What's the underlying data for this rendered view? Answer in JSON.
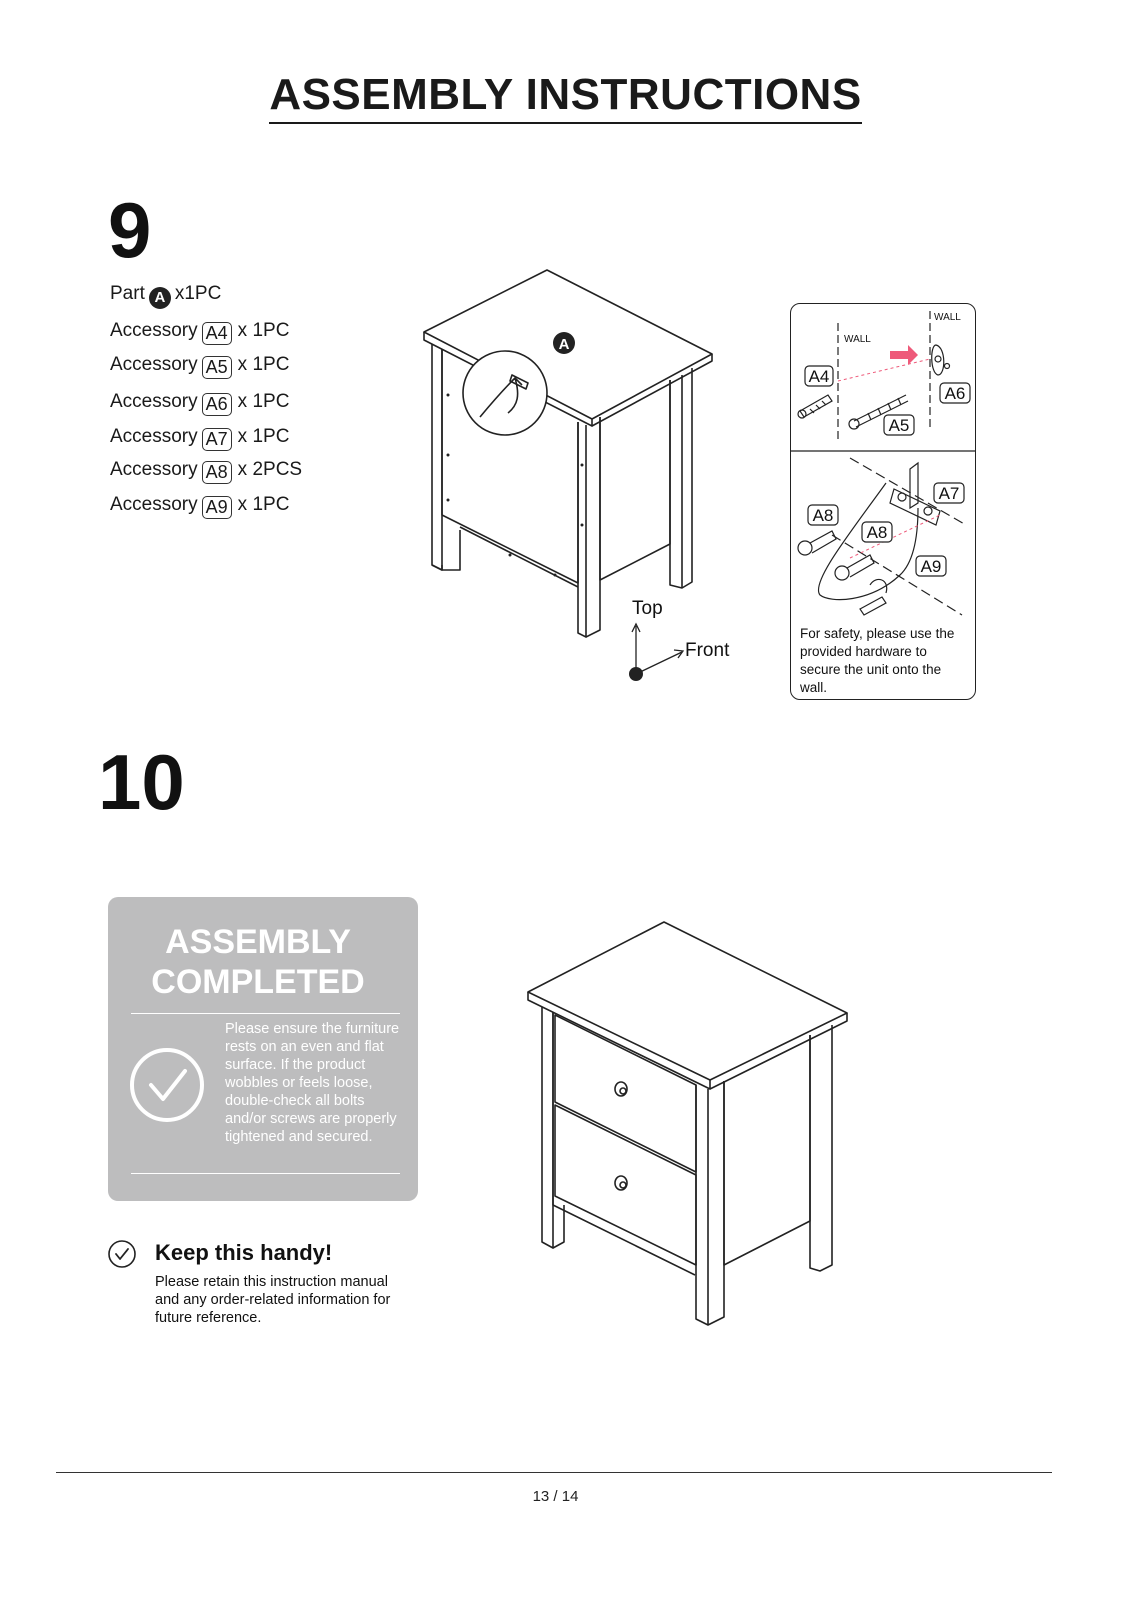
{
  "header": {
    "title": "ASSEMBLY INSTRUCTIONS"
  },
  "step9": {
    "number": "9",
    "part": {
      "prefix": "Part",
      "badge": "A",
      "qty": "x1PC"
    },
    "accessories": [
      {
        "label": "Accessory",
        "code": "A4",
        "qty": "x 1PC"
      },
      {
        "label": "Accessory",
        "code": "A5",
        "qty": "x 1PC"
      },
      {
        "label": "Accessory",
        "code": "A6",
        "qty": "x 1PC"
      },
      {
        "label": "Accessory",
        "code": "A7",
        "qty": "x 1PC"
      },
      {
        "label": "Accessory",
        "code": "A8",
        "qty": "x 2PCS"
      },
      {
        "label": "Accessory",
        "code": "A9",
        "qty": "x 1PC"
      }
    ],
    "diagram_badge": "A",
    "orientation": {
      "top": "Top",
      "front": "Front"
    },
    "callout": {
      "wall_label_1": "WALL",
      "wall_label_2": "WALL",
      "labels": {
        "a4": "A4",
        "a5": "A5",
        "a6": "A6",
        "a7": "A7",
        "a8_1": "A8",
        "a8_2": "A8",
        "a9": "A9"
      },
      "safety_text": "For safety, please use the provided hardware to secure the unit onto the wall."
    }
  },
  "step10": {
    "number": "10",
    "card": {
      "title_line1": "ASSEMBLY",
      "title_line2": "COMPLETED",
      "text": "Please ensure the furniture rests on an even and flat surface. If the product wobbles or feels loose, double-check all bolts and/or screws are properly tightened and secured."
    },
    "handy": {
      "title": "Keep this handy!",
      "text": "Please retain this instruction manual and any order-related information for future reference."
    }
  },
  "footer": {
    "page": "13 / 14"
  },
  "colors": {
    "card_gray": "#bdbdbe",
    "arrow_pink": "#ee5a7a"
  }
}
